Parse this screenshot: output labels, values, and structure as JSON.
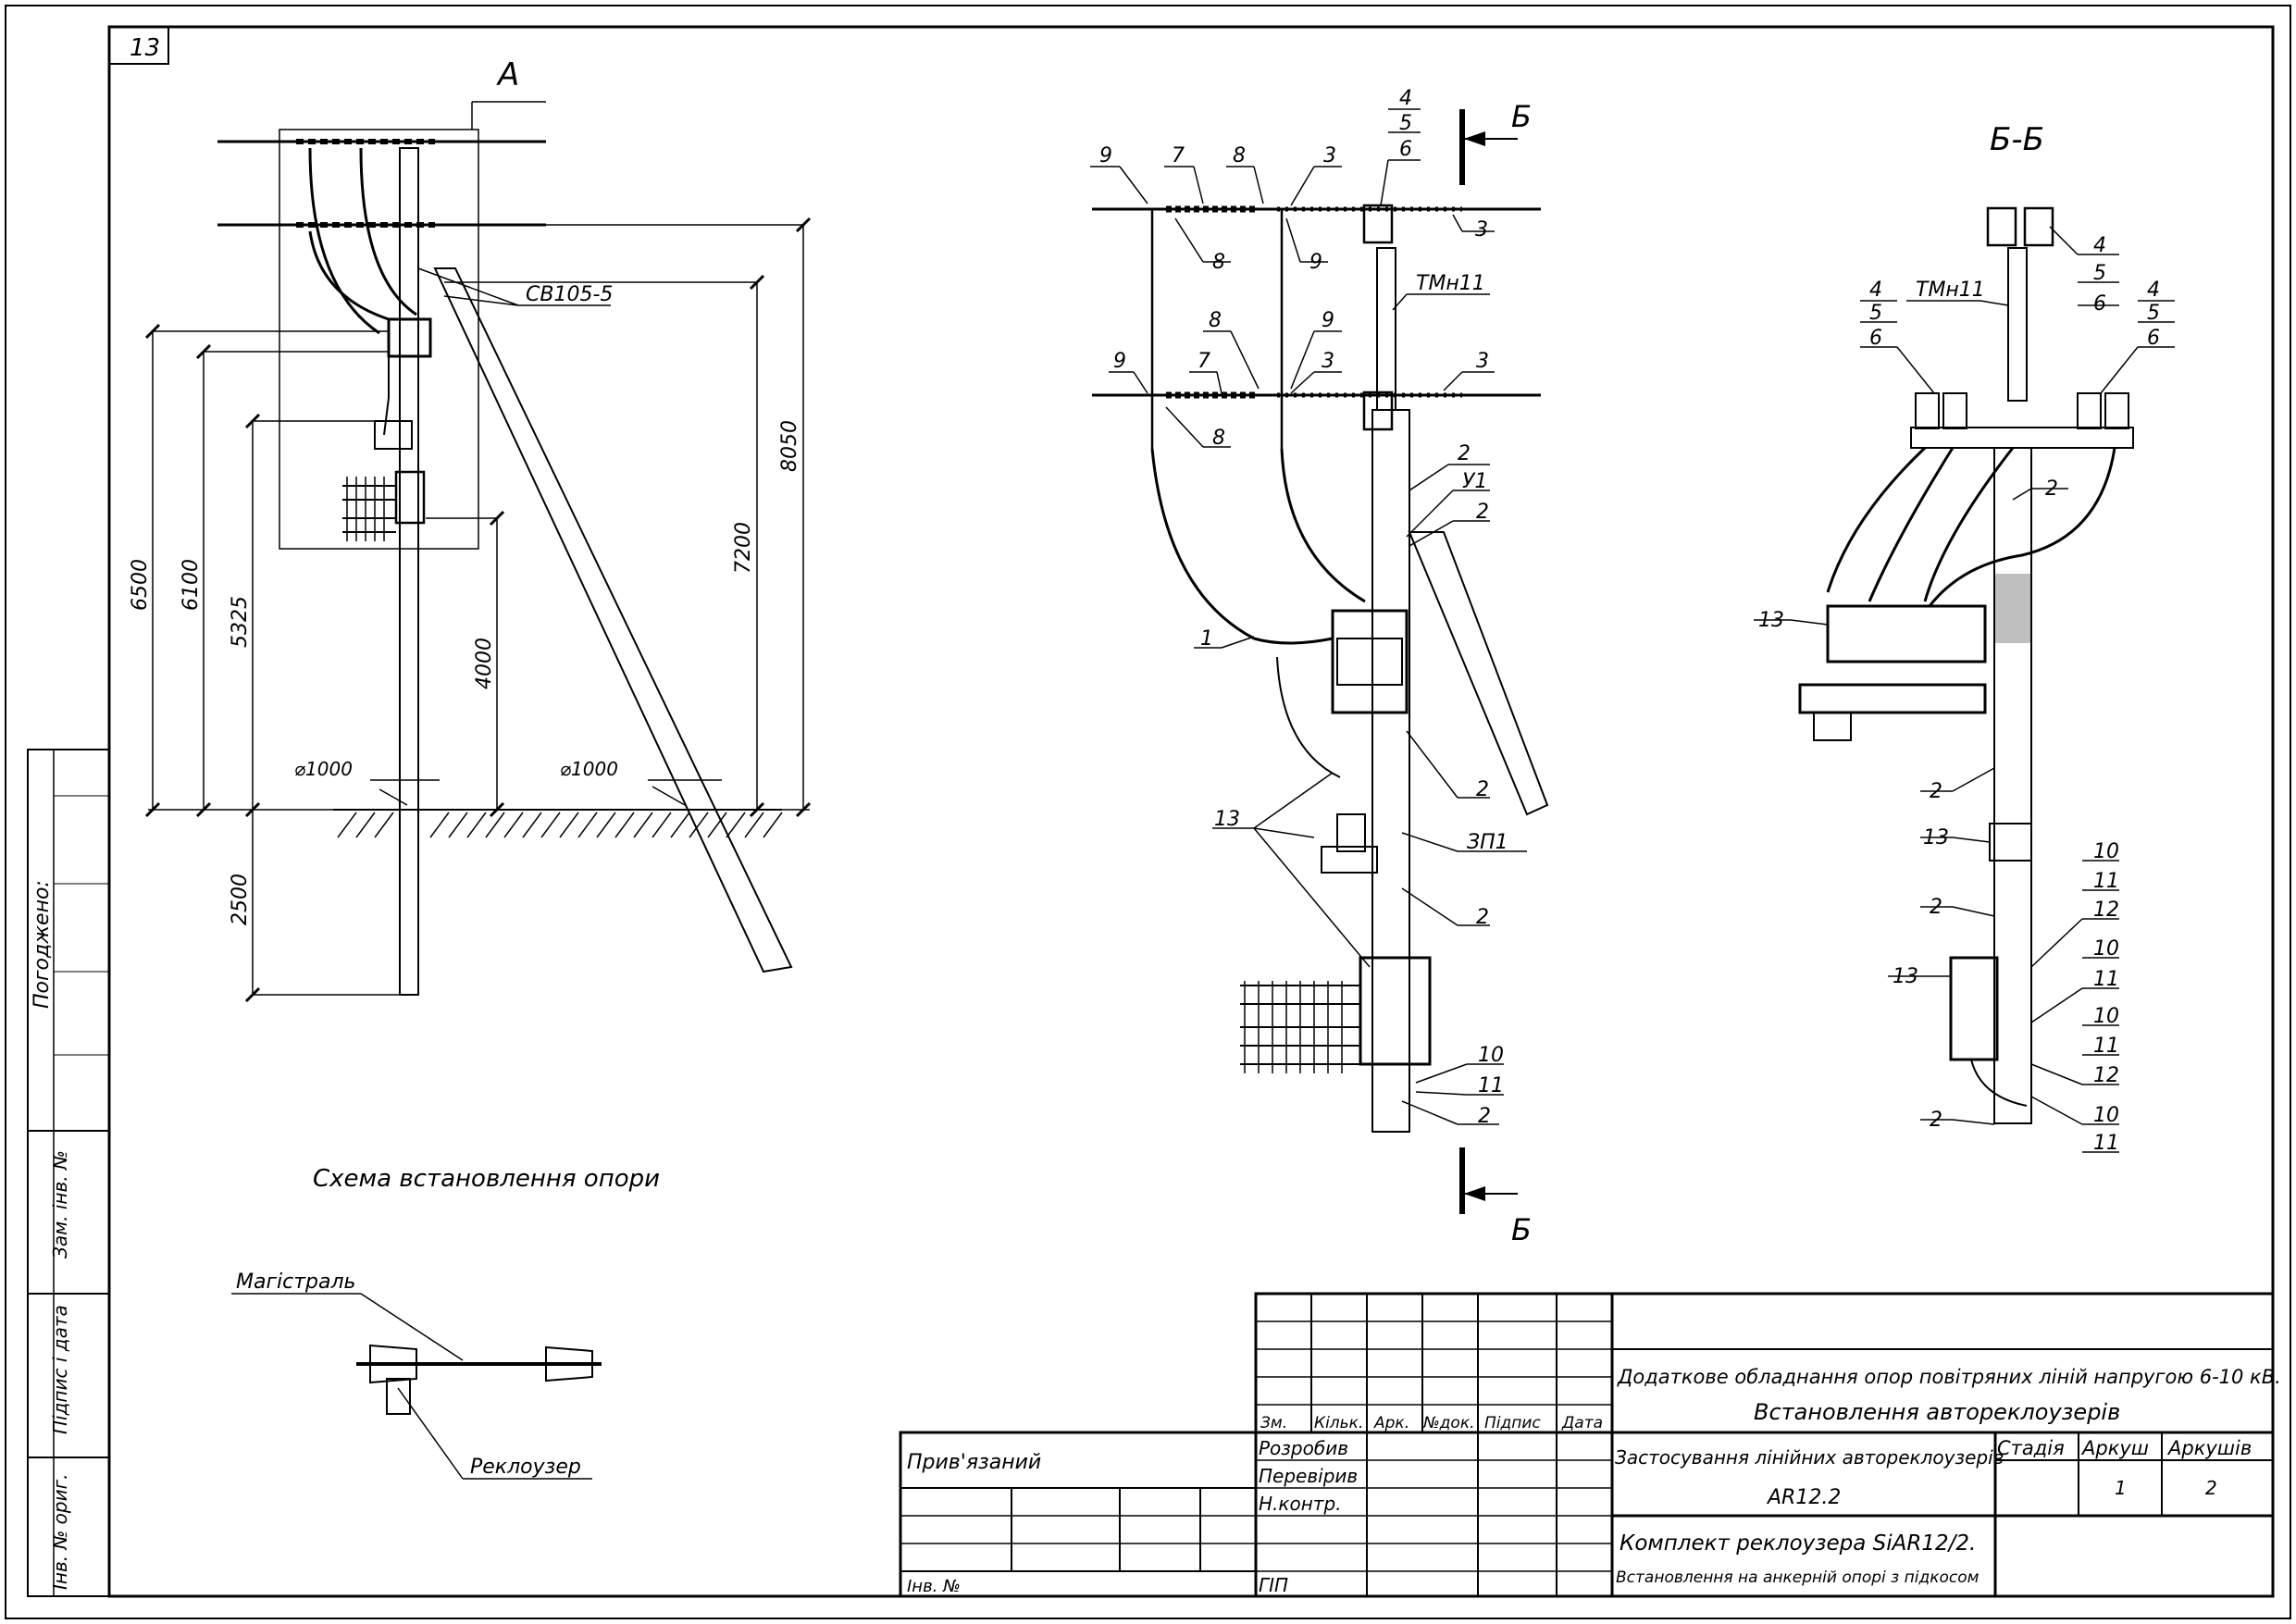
{
  "sheet": {
    "number": "13",
    "view_a_left_label": "А",
    "view_a_label": "А",
    "section_label": "Б-Б",
    "cut_mark_top": "Б",
    "cut_mark_bottom": "Б"
  },
  "installation_scheme": {
    "caption": "Схема встановлення опори",
    "support_code": "СВ105-5",
    "dims": [
      "6500",
      "6100",
      "5325",
      "2500",
      "4000",
      "7200",
      "8050"
    ],
    "diam1": "⌀1000",
    "diam2": "⌀1000"
  },
  "plan": {
    "main_line": "Магістраль",
    "recloser": "Реклоузер"
  },
  "view_a": {
    "callouts_top": [
      "9",
      "7",
      "8",
      "3",
      "4",
      "5",
      "6",
      "3",
      "8",
      "9"
    ],
    "callouts_mid": [
      "8",
      "9",
      "3",
      "3",
      "9",
      "7",
      "8"
    ],
    "tmn": "ТМн11",
    "u1": "У1",
    "zp1": "ЗП1",
    "n1": "1",
    "n2": "2",
    "n13": "13",
    "n10": "10",
    "n11": "11"
  },
  "section_bb": {
    "tmn": "ТМн11",
    "c4": "4",
    "c5": "5",
    "c6": "6",
    "n2": "2",
    "n13": "13",
    "right_numbers": [
      "10",
      "11",
      "12",
      "10",
      "11",
      "10",
      "11",
      "12",
      "10",
      "11"
    ]
  },
  "left_strip": {
    "approved": "Погоджено:",
    "rep_inv": "Зам. інв. №",
    "sign_date": "Підпис і дата",
    "orig_inv": "Інв. № ориг."
  },
  "title_block": {
    "headers": [
      "Зм.",
      "Кільк.",
      "Арк.",
      "№док.",
      "Підпис",
      "Дата"
    ],
    "roles": [
      "Розробив",
      "Перевірив",
      "Н.контр.",
      "ГІП"
    ],
    "linked": "Прив'язаний",
    "inv_no": "Інв. №",
    "project_title": "Додаткове обладнання опор повітряних ліній напругою 6-10 кВ.",
    "project_subtitle": "Встановлення автореклоузерів",
    "doc_title_1": "Застосування лінійних автореклоузерів",
    "doc_title_2": "AR12.2",
    "sheet_title_1": "Комплект реклоузера SiAR12/2.",
    "sheet_title_2": "Встановлення на анкерній опорі з підкосом",
    "stage_label": "Стадія",
    "sheet_label": "Аркуш",
    "sheets_label": "Аркушів",
    "sheet_value": "1",
    "sheets_value": "2"
  }
}
